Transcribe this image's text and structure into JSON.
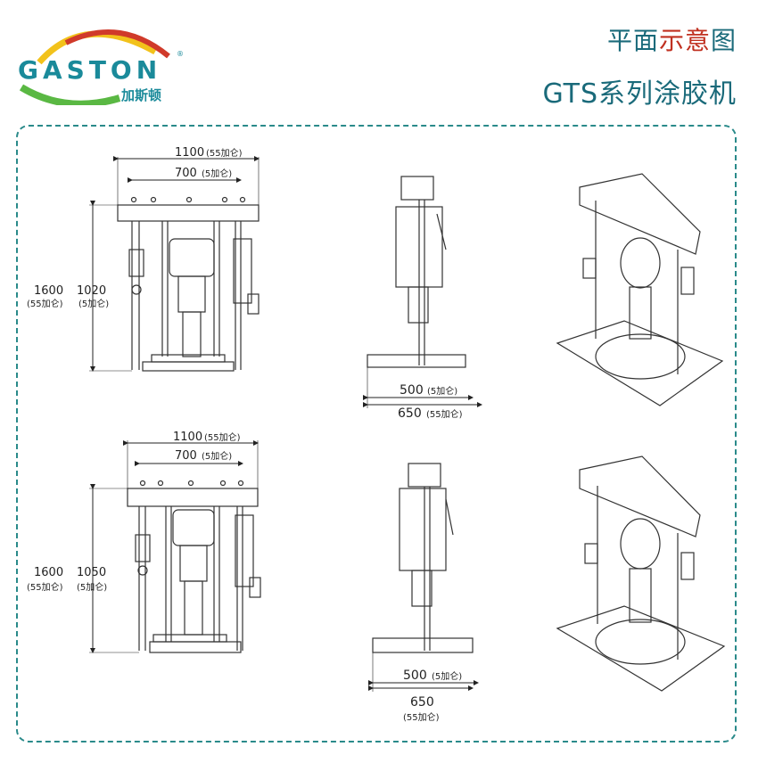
{
  "brand": {
    "logo_text": "GASTON",
    "logo_cn": "加斯顿",
    "registered": "®",
    "colors": {
      "teal": "#1a8a9a",
      "red": "#d03a2a",
      "yellow": "#f2c21b",
      "green": "#5ab843"
    }
  },
  "header": {
    "title_part1": "平面",
    "title_part2": "示意",
    "title_part3": "图",
    "subtitle": "GTS系列涂胶机"
  },
  "diagrams": {
    "top": {
      "width_outer": "1100",
      "width_outer_note": "(55加仑)",
      "width_inner": "700",
      "width_inner_note": "(5加仑)",
      "height_outer": "1600",
      "height_outer_note": "(55加仑)",
      "height_inner": "1020",
      "height_inner_note": "(5加仑)",
      "depth_inner": "500",
      "depth_inner_note": "(5加仑)",
      "depth_outer": "650",
      "depth_outer_note": "(55加仑)"
    },
    "bottom": {
      "width_outer": "1100",
      "width_outer_note": "(55加仑)",
      "width_inner": "700",
      "width_inner_note": "(5加仑)",
      "height_outer": "1600",
      "height_outer_note": "(55加仑)",
      "height_inner": "1050",
      "height_inner_note": "(5加仑)",
      "depth_inner": "500",
      "depth_inner_note": "(5加仑)",
      "depth_outer": "650",
      "depth_outer_note": "(55加仑)"
    }
  }
}
